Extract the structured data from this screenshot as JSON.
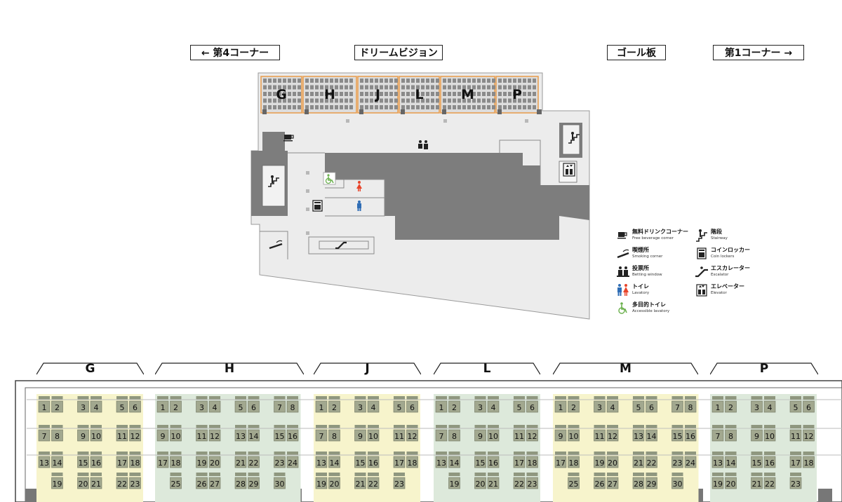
{
  "direction_labels": {
    "corner4": "← 第4コーナー",
    "dream_vision": "ドリームビジョン",
    "goal_post": "ゴール板",
    "corner1": "第1コーナー →"
  },
  "floor_blocks": [
    "G",
    "H",
    "J",
    "L",
    "M",
    "P"
  ],
  "legend": [
    {
      "ja": "無料ドリンクコーナー",
      "en": "Free beverage corner",
      "icon": "cup-icon"
    },
    {
      "ja": "階段",
      "en": "Stairway",
      "icon": "stairs-icon"
    },
    {
      "ja": "喫煙所",
      "en": "Smoking corner",
      "icon": "cigarette-icon"
    },
    {
      "ja": "コインロッカー",
      "en": "Coin lockers",
      "icon": "locker-icon"
    },
    {
      "ja": "投票所",
      "en": "Betting window",
      "icon": "betting-window-icon"
    },
    {
      "ja": "エスカレーター",
      "en": "Escalator",
      "icon": "escalator-icon"
    },
    {
      "ja": "トイレ",
      "en": "Lavatory",
      "icon": "lavatory-icon"
    },
    {
      "ja": "エレベーター",
      "en": "Elevator",
      "icon": "elevator-icon"
    },
    {
      "ja": "多目的トイレ",
      "en": "Accessible lavatory",
      "icon": "accessible-icon"
    }
  ],
  "sections": [
    {
      "name": "G",
      "color": "#f7f4cc",
      "rows": [
        [
          1,
          2,
          null,
          3,
          4,
          null,
          5,
          6
        ],
        [
          7,
          8,
          null,
          9,
          10,
          null,
          11,
          12
        ],
        [
          13,
          14,
          null,
          15,
          16,
          null,
          17,
          18
        ],
        [
          null,
          19,
          null,
          20,
          21,
          null,
          22,
          23
        ]
      ]
    },
    {
      "name": "H",
      "color": "#dde9db",
      "rows": [
        [
          1,
          2,
          null,
          3,
          4,
          null,
          5,
          6,
          null,
          7,
          8
        ],
        [
          9,
          10,
          null,
          11,
          12,
          null,
          13,
          14,
          null,
          15,
          16
        ],
        [
          17,
          18,
          null,
          19,
          20,
          null,
          21,
          22,
          null,
          23,
          24
        ],
        [
          null,
          25,
          null,
          26,
          27,
          null,
          28,
          29,
          null,
          30,
          null
        ]
      ]
    },
    {
      "name": "J",
      "color": "#f7f4cc",
      "rows": [
        [
          1,
          2,
          null,
          3,
          4,
          null,
          5,
          6
        ],
        [
          7,
          8,
          null,
          9,
          10,
          null,
          11,
          12
        ],
        [
          13,
          14,
          null,
          15,
          16,
          null,
          17,
          18
        ],
        [
          19,
          20,
          null,
          21,
          22,
          null,
          23,
          null
        ]
      ]
    },
    {
      "name": "L",
      "color": "#dde9db",
      "rows": [
        [
          1,
          2,
          null,
          3,
          4,
          null,
          5,
          6
        ],
        [
          7,
          8,
          null,
          9,
          10,
          null,
          11,
          12
        ],
        [
          13,
          14,
          null,
          15,
          16,
          null,
          17,
          18
        ],
        [
          null,
          19,
          null,
          20,
          21,
          null,
          22,
          23
        ]
      ]
    },
    {
      "name": "M",
      "color": "#f7f4cc",
      "rows": [
        [
          1,
          2,
          null,
          3,
          4,
          null,
          5,
          6,
          null,
          7,
          8
        ],
        [
          9,
          10,
          null,
          11,
          12,
          null,
          13,
          14,
          null,
          15,
          16
        ],
        [
          17,
          18,
          null,
          19,
          20,
          null,
          21,
          22,
          null,
          23,
          24
        ],
        [
          null,
          25,
          null,
          26,
          27,
          null,
          28,
          29,
          null,
          30,
          null
        ]
      ]
    },
    {
      "name": "P",
      "color": "#dde9db",
      "rows": [
        [
          1,
          2,
          null,
          3,
          4,
          null,
          5,
          6
        ],
        [
          7,
          8,
          null,
          9,
          10,
          null,
          11,
          12
        ],
        [
          13,
          14,
          null,
          15,
          16,
          null,
          17,
          18
        ],
        [
          19,
          20,
          null,
          21,
          22,
          null,
          23,
          null
        ]
      ]
    }
  ],
  "colors": {
    "floor": "#ececec",
    "pillar": "#7d7d7d",
    "seat_block_border": "#e8a054",
    "seat": "#a2a28a",
    "seat_box": "#9aa08a",
    "lavatory_female": "#e8442a",
    "lavatory_male": "#2f6db5",
    "accessible": "#6ab04c"
  }
}
